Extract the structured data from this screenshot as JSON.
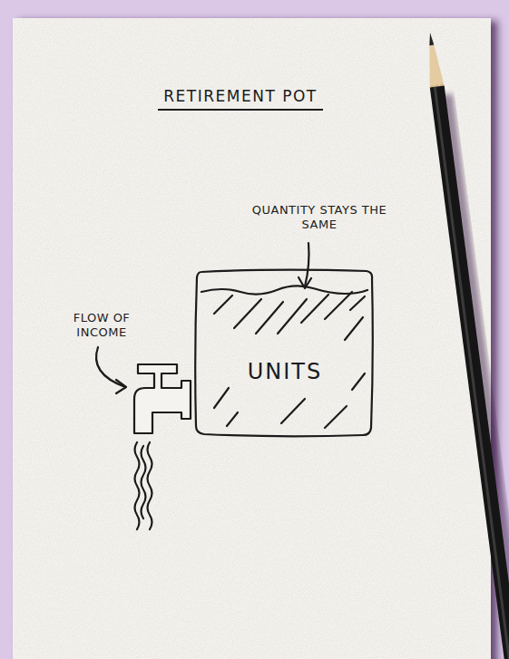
{
  "diagram": {
    "title": "RETIREMENT POT",
    "nodes": [
      {
        "text": [
          "UNITS"
        ]
      }
    ],
    "labels": [
      "QUANTITY STAYS THE SAME",
      "FLOW OF INCOME"
    ]
  }
}
